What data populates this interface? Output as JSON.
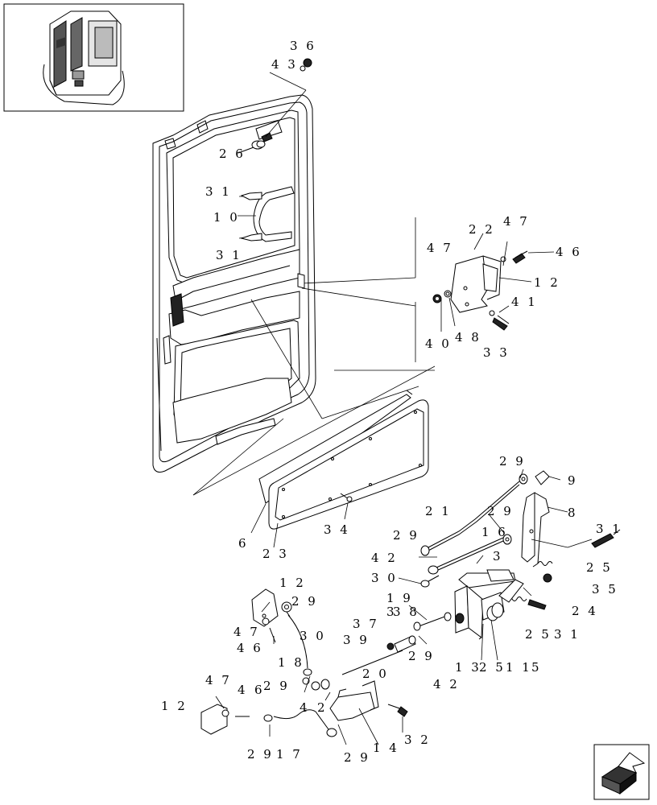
{
  "callouts": {
    "c36": "3 6",
    "c43": "4 3",
    "c26": "2 6",
    "c31a": "3 1",
    "c10": "1 0",
    "c31b": "3 1",
    "c22": "2 2",
    "c47a": "4 7",
    "c47b": "4 7",
    "c46a": "4 6",
    "c12a": "1 2",
    "c41": "4 1",
    "c40": "4 0",
    "c48": "4 8",
    "c33": "3 3",
    "c29a": "2 9",
    "c9": "9",
    "c21": "2 1",
    "c29b": "2 9",
    "c8": "8",
    "c31c": "3 1",
    "c29c": "2 9",
    "c16": "1 6",
    "c42a": "4 2",
    "c3": "3",
    "c25a": "2 5",
    "c30a": "3 0",
    "c35": "3 5",
    "c24": "2 4",
    "c19": "1 9",
    "c37": "3 7",
    "c38": "3 8",
    "c25b": "2 5",
    "c31d": "3 1",
    "c39": "3 9",
    "c29d": "2 9",
    "c13": "1 3",
    "c25c": "2 5",
    "c11": "1 1",
    "c5": "5",
    "c42b": "4 2",
    "c12b": "1 2",
    "c29e": "2 9",
    "c47c": "4 7",
    "c46b": "4 6",
    "c30b": "3 0",
    "c18": "1 8",
    "c29f": "2 9",
    "c20": "2 0",
    "c4a": "4",
    "c2": "2",
    "c47d": "4 7",
    "c4b": "4",
    "c6b": "6",
    "c12c": "1 2",
    "c29g": "2 9",
    "c17": "1 7",
    "c29h": "2 9",
    "c14": "1 4",
    "c32": "3 2",
    "c6": "6",
    "c23": "2 3",
    "c34": "3 4"
  },
  "icons": {
    "cab_thumbnail": "cab-thumbnail-icon",
    "next_page": "next-page-arrow-icon"
  },
  "colors": {
    "line": "#000000",
    "background": "#ffffff",
    "icon_fill": "#333333"
  }
}
